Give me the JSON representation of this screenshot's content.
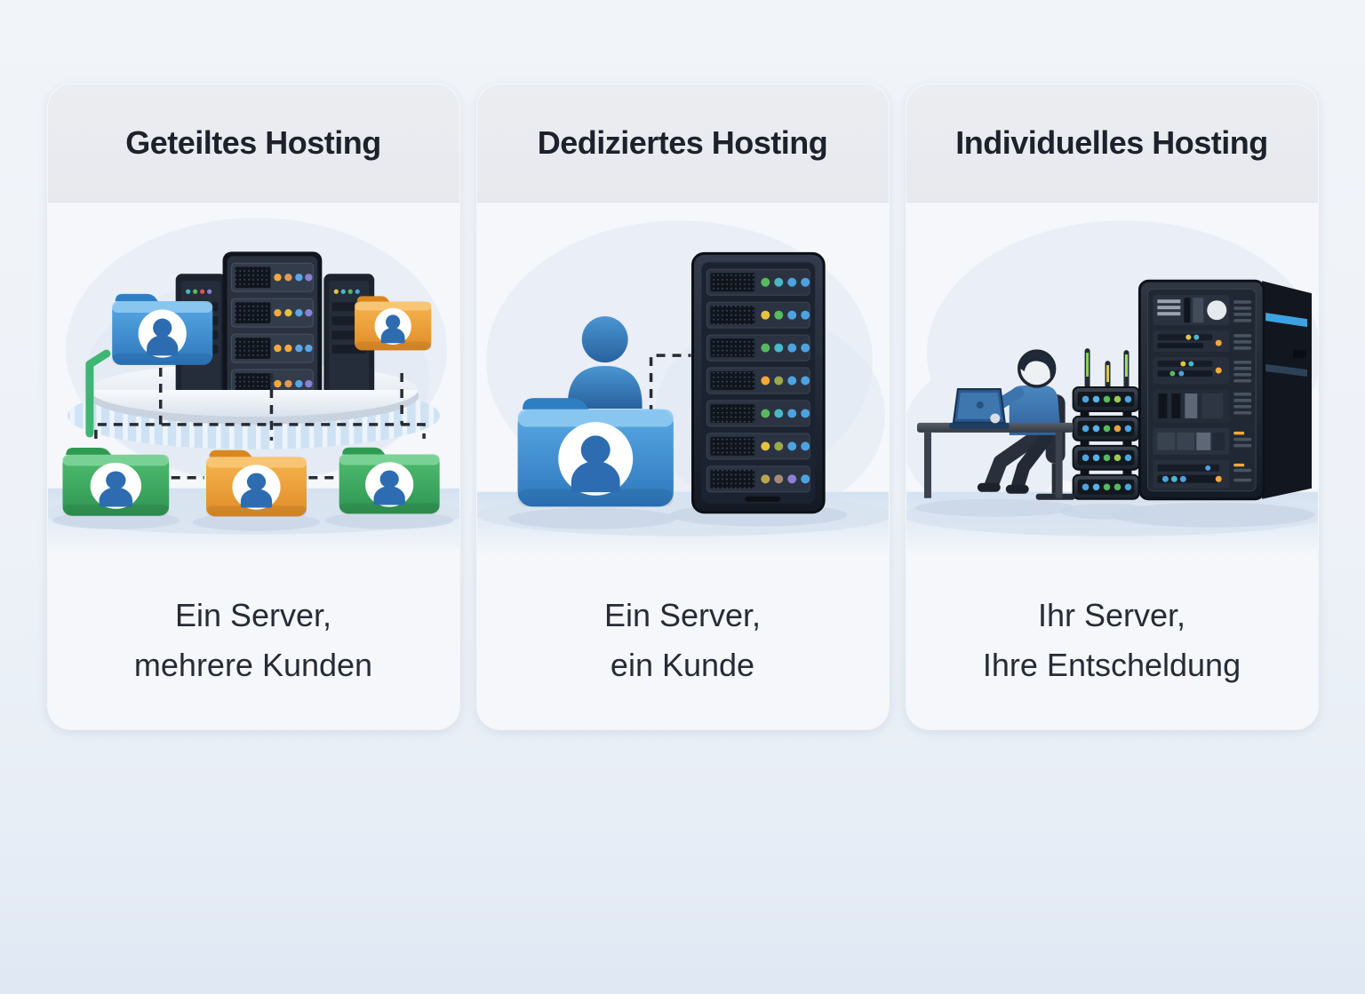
{
  "page": {
    "kind": "hosting-comparison-infographic",
    "language": "de"
  },
  "cards": [
    {
      "title": "Geteiltes Hosting",
      "caption_lines": [
        "Ein Server,",
        "mehrere Kunden"
      ],
      "icons": [
        "server-rack-icon",
        "customer-folder-icon",
        "dashed-connector",
        "platform-disc",
        "return-arrow-icon"
      ]
    },
    {
      "title": "Dediziertes Hosting",
      "caption_lines": [
        "Ein Server,",
        "ein Kunde"
      ],
      "icons": [
        "user-icon",
        "customer-folder-icon",
        "dashed-connector",
        "server-rack-icon"
      ]
    },
    {
      "title": "Individuelles Hosting",
      "caption_lines": [
        "Ihr Server,",
        "Ihre Entscheldung"
      ],
      "icons": [
        "person-at-desk-icon",
        "laptop-icon",
        "desk-icon",
        "network-switch-stack-icon",
        "antenna-icon",
        "server-cabinet-icon"
      ]
    }
  ],
  "palette": {
    "card_body": "#f5f7fa",
    "card_header": "#e9ebef",
    "title_text": "#1c212b",
    "caption_text": "#262b35",
    "folder_blue": "#2d77bd",
    "folder_orange": "#e8982f",
    "folder_green": "#3aa45f",
    "user_blue": "#2d6cb0",
    "server_dark": "#1c232e",
    "led_orange": "#f5a93b",
    "led_yellow": "#e5c33f",
    "led_green": "#58b95e",
    "led_teal": "#49b8c8",
    "led_blue": "#4da3e0",
    "led_purple": "#8b7fd6",
    "arrow_green": "#3db674",
    "accent_blue": "#3ea2e0"
  }
}
